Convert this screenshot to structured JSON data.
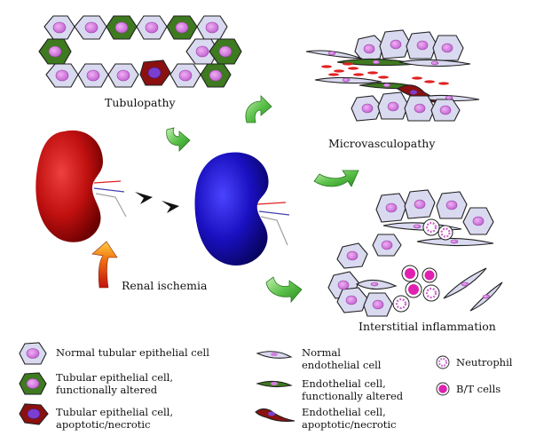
{
  "diagram": {
    "labels": {
      "tubulopathy": "Tubulopathy",
      "microvasculopathy": "Microvasculopathy",
      "renal_ischemia": "Renal ischemia",
      "interstitial_inflammation": "Interstitial inflammation"
    },
    "legend": [
      {
        "key": "normal_tubular",
        "lines": [
          "Normal tubular epithelial cell"
        ]
      },
      {
        "key": "tubular_altered",
        "lines": [
          "Tubular epithelial cell,",
          "functionally altered"
        ]
      },
      {
        "key": "tubular_apoptotic",
        "lines": [
          "Tubular epithelial cell,",
          "apoptotic/necrotic"
        ]
      },
      {
        "key": "normal_endothelial",
        "lines": [
          "Normal",
          "endothelial cell"
        ]
      },
      {
        "key": "endothelial_altered",
        "lines": [
          "Endothelial cell,",
          "functionally altered"
        ]
      },
      {
        "key": "endothelial_apoptotic",
        "lines": [
          "Endothelial cell,",
          "apoptotic/necrotic"
        ]
      },
      {
        "key": "neutrophil",
        "lines": [
          "Neutrophil"
        ]
      },
      {
        "key": "bt_cells",
        "lines": [
          "B/T cells"
        ]
      }
    ],
    "colors": {
      "normal_cell": "#d9daf0",
      "nucleus": "#d77ae0",
      "altered_cell": "#3e7a1f",
      "apoptotic_cell": "#8b1010",
      "apoptotic_nucleus": "#7a3fd0",
      "ischemic_kidney": "#c41212",
      "healthy_kidney": "#1a12c0",
      "arrow_green": "#5cc24a",
      "bt_cell": "#e020b0",
      "rbc": "#e02020"
    }
  }
}
